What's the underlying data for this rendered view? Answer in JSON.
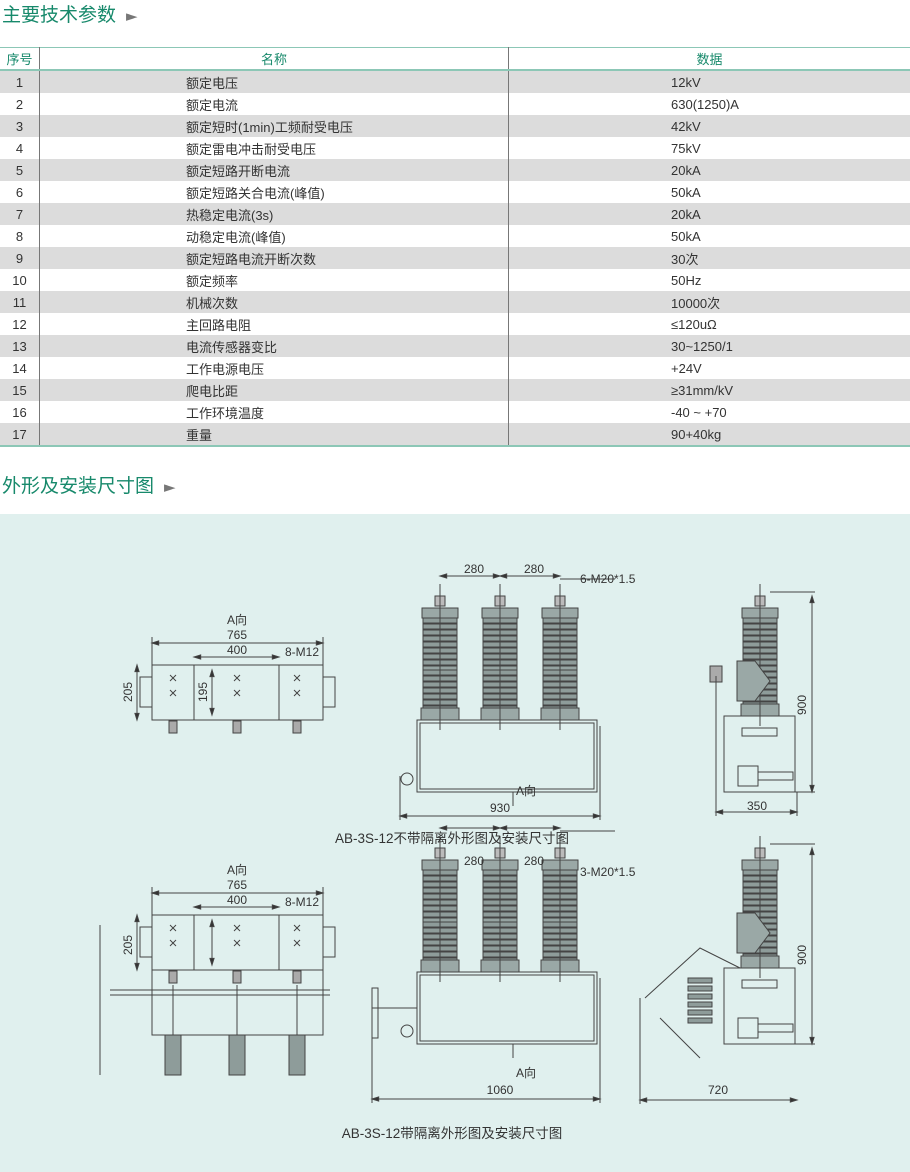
{
  "section1": {
    "title": "主要技术参数",
    "arrow": "►"
  },
  "table": {
    "headers": [
      "序号",
      "名称",
      "数据"
    ],
    "rows": [
      [
        "1",
        "额定电压",
        "12kV"
      ],
      [
        "2",
        "额定电流",
        "630(1250)A"
      ],
      [
        "3",
        "额定短时(1min)工频耐受电压",
        "42kV"
      ],
      [
        "4",
        "额定雷电冲击耐受电压",
        "75kV"
      ],
      [
        "5",
        "额定短路开断电流",
        "20kA"
      ],
      [
        "6",
        "额定短路关合电流(峰值)",
        "50kA"
      ],
      [
        "7",
        "热稳定电流(3s)",
        "20kA"
      ],
      [
        "8",
        "动稳定电流(峰值)",
        "50kA"
      ],
      [
        "9",
        "额定短路电流开断次数",
        "30次"
      ],
      [
        "10",
        "额定频率",
        "50Hz"
      ],
      [
        "11",
        "机械次数",
        "10000次"
      ],
      [
        "12",
        "主回路电阻",
        "≤120uΩ"
      ],
      [
        "13",
        "电流传感器变比",
        "30~1250/1"
      ],
      [
        "14",
        "工作电源电压",
        "+24V"
      ],
      [
        "15",
        "爬电比距",
        "≥31mm/kV"
      ],
      [
        "16",
        "工作环境温度",
        "-40 ~ +70"
      ],
      [
        "17",
        "重量",
        "90+40kg"
      ]
    ]
  },
  "section2": {
    "title": "外形及安装尺寸图",
    "arrow": "►"
  },
  "drawings": {
    "row1": {
      "top_view": {
        "direction": "A向",
        "w765": "765",
        "w400": "400",
        "bolt": "8-M12",
        "h205": "205",
        "h195": "195"
      },
      "front_view": {
        "pitch1": "280",
        "pitch2": "280",
        "thread": "6-M20*1.5",
        "direction": "A向",
        "width": "930"
      },
      "side_view": {
        "height": "900",
        "width": "350"
      },
      "caption": "AB-3S-12不带隔离外形图及安装尺寸图"
    },
    "row2": {
      "top_view": {
        "direction": "A向",
        "w765": "765",
        "w400": "400",
        "bolt": "8-M12",
        "h205": "205"
      },
      "front_view": {
        "pitch1": "280",
        "pitch2": "280",
        "thread": "3-M20*1.5",
        "direction": "A向",
        "width": "1060"
      },
      "side_view": {
        "height": "900",
        "width": "720"
      },
      "caption": "AB-3S-12带隔离外形图及安装尺寸图"
    }
  },
  "colors": {
    "accent": "#17896b",
    "drawing_bg": "#e0f0ee",
    "row_alt": "#dcdcdc"
  }
}
